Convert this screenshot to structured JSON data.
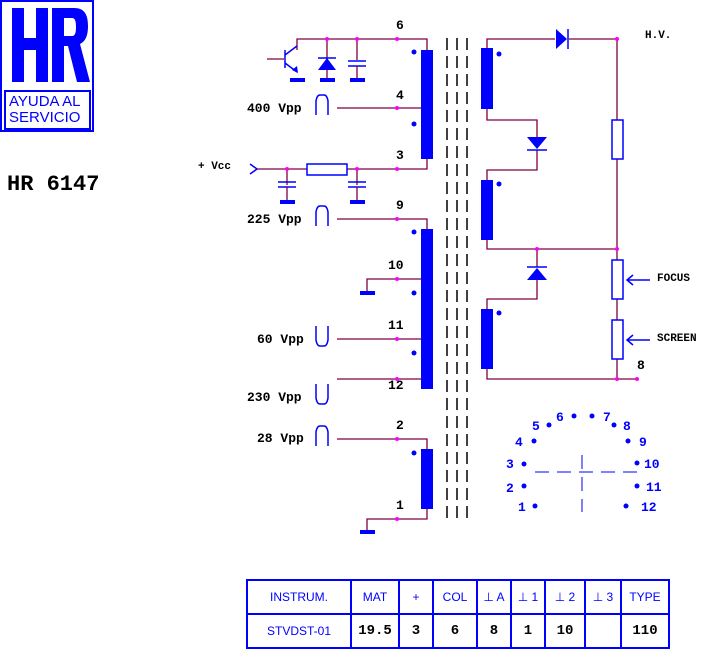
{
  "logo": {
    "letters": "HR",
    "line1": "AYUDA AL",
    "line2": "SERVICIO"
  },
  "model": "HR 6147",
  "labels": {
    "vcc": "+ Vcc",
    "hv": "H.V.",
    "focus": "FOCUS",
    "screen": "SCREEN",
    "v400": "400 Vpp",
    "v225": "225 Vpp",
    "v60": "60 Vpp",
    "v230": "230 Vpp",
    "v28": "28 Vpp"
  },
  "pins": {
    "p6": "6",
    "p4": "4",
    "p3": "3",
    "p9": "9",
    "p10": "10",
    "p11": "11",
    "p12": "12",
    "p2": "2",
    "p1": "1",
    "p8": "8"
  },
  "socket": [
    "1",
    "2",
    "3",
    "4",
    "5",
    "6",
    "7",
    "8",
    "9",
    "10",
    "11",
    "12"
  ],
  "table": {
    "headers": [
      "INSTRUM.",
      "MAT",
      "+",
      "COL",
      "⊥ A",
      "⊥ 1",
      "⊥ 2",
      "⊥ 3",
      "TYPE"
    ],
    "values": [
      "STVDST-01",
      "19.5",
      "3",
      "6",
      "8",
      "1",
      "10",
      "",
      "110"
    ]
  },
  "colors": {
    "blue": "#0000ff",
    "wire": "#800040",
    "node": "#ff00ff"
  }
}
